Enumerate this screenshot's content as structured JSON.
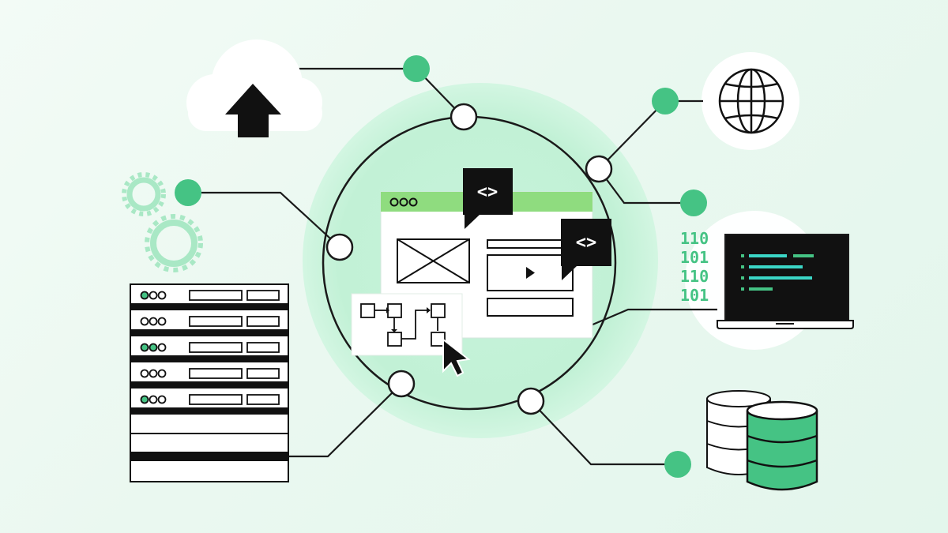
{
  "colors": {
    "background": "#eef9f2",
    "glow": "#c9f3dd",
    "accent_green": "#45c384",
    "light_green": "#8fdc7f",
    "line": "#1a1a1a",
    "panel": "#ffffff",
    "terminal_bg": "#111111",
    "terminal_teal": "#3bd6c6",
    "terminal_green": "#45c384"
  },
  "icons": {
    "cloud": "cloud-upload-icon",
    "globe": "globe-icon",
    "laptop": "laptop-terminal-icon",
    "database": "database-icon",
    "server": "server-rack-icon",
    "gears": "gear-icon",
    "code": "code-brackets-icon",
    "cursor": "mouse-cursor-icon",
    "flow": "flowchart-icon"
  },
  "binary": [
    "110",
    "101",
    "110",
    "101"
  ],
  "code_bubbles": [
    "<>",
    "<>"
  ]
}
